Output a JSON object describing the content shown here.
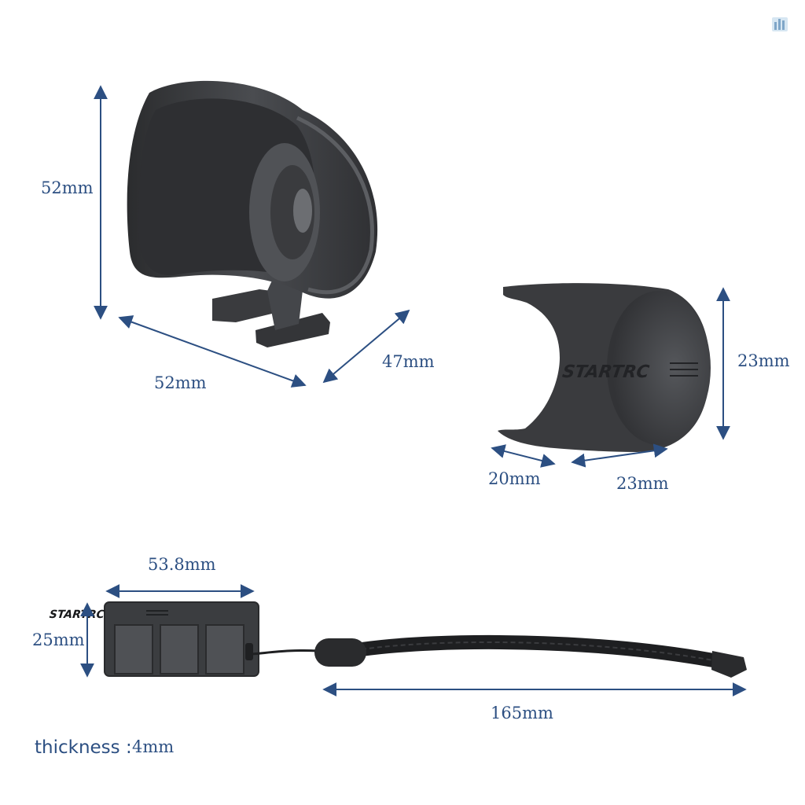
{
  "colors": {
    "dimension": "#2c4f82",
    "product": "#3b3d40",
    "product_dark": "#2a2b2d",
    "product_light": "#5a5c60"
  },
  "brand": "STARTRC",
  "hood": {
    "height": "52mm",
    "width": "52mm",
    "depth": "47mm"
  },
  "cap": {
    "height": "23mm",
    "opening": "20mm",
    "width": "23mm"
  },
  "holder": {
    "width": "53.8mm",
    "height": "25mm",
    "strap_length": "165mm"
  },
  "thickness": {
    "label": "thickness :",
    "value": "4mm"
  },
  "corner_icon": "chart-watermark-icon"
}
